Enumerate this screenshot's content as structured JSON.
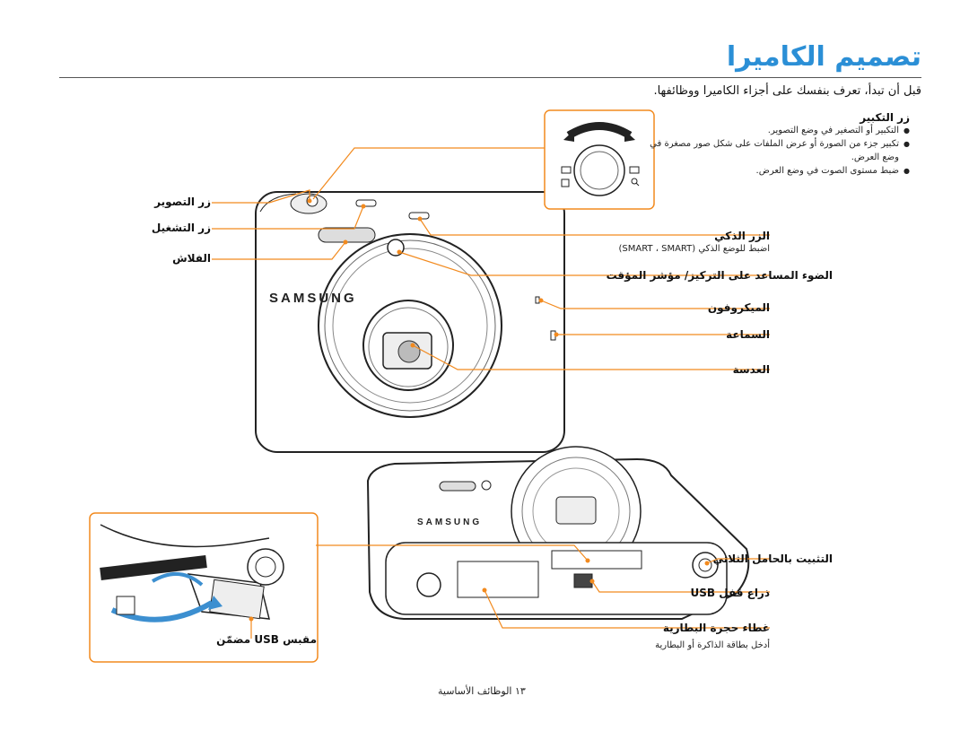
{
  "page": {
    "title": "تصميم الكاميرا",
    "intro": "قبل أن تبدأ، تعرف بنفسك على أجزاء الكاميرا ووظائفها.",
    "page_number": "١٣",
    "section_name": "الوظائف الأساسية",
    "brand": "SAMSUNG"
  },
  "labels_left": {
    "shutter": "زر التصوير",
    "power": "زر التشغيل",
    "flash": "الفلاش",
    "usb_connector": "مقبس USB مضمّن"
  },
  "labels_right": {
    "zoom_title": "زر التكبير",
    "zoom_items": [
      "التكبير أو التصغير في وضع التصوير.",
      "تكبير جزء من الصورة أو عرض الملفات على شكل صور مصغرة في وضع العرض.",
      "ضبط مستوى الصوت في وضع العرض."
    ],
    "smart_title": "الزر الذكي",
    "smart_sub": "اضبط للوضع الذكي (SMART ، SMART)",
    "af_lamp": "الضوء المساعد على التركيز/ مؤشر المؤقت",
    "mic": "الميكروفون",
    "speaker": "السماعة",
    "lens": "العدسة",
    "tripod": "التثبيت بالحامل الثلاثي",
    "usb_lock": "ذراع قفل USB",
    "battery_cover": "غطاء حجرة البطارية",
    "battery_sub": "أدخل بطاقة الذاكرة أو البطارية"
  },
  "colors": {
    "accent": "#2b8fd6",
    "leader": "#f28a1e"
  }
}
